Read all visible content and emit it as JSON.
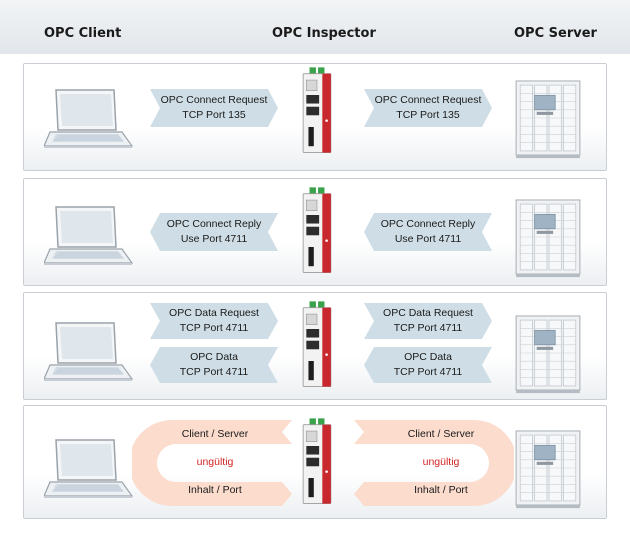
{
  "headers": {
    "client": "OPC Client",
    "inspector": "OPC Inspector",
    "server": "OPC Server"
  },
  "rows": [
    {
      "left": {
        "line1": "OPC Connect Request",
        "line2": "TCP Port 135"
      },
      "right": {
        "line1": "OPC Connect Request",
        "line2": "TCP Port 135"
      }
    },
    {
      "left": {
        "line1": "OPC Connect Reply",
        "line2": "Use Port 4711"
      },
      "right": {
        "line1": "OPC Connect Reply",
        "line2": "Use Port 4711"
      }
    },
    {
      "top_left": {
        "line1": "OPC Data Request",
        "line2": "TCP Port 4711"
      },
      "top_right": {
        "line1": "OPC Data Request",
        "line2": "TCP Port 4711"
      },
      "bottom_left": {
        "line1": "OPC Data",
        "line2": "TCP Port 4711"
      },
      "bottom_right": {
        "line1": "OPC Data",
        "line2": "TCP Port 4711"
      }
    },
    {
      "left": {
        "top": "Client / Server",
        "middle": "ungültig",
        "bottom": "Inhalt / Port"
      },
      "right": {
        "top": "Client / Server",
        "middle": "ungültig",
        "bottom": "Inhalt / Port"
      }
    }
  ],
  "colors": {
    "arrow_blue": "#cfdee6",
    "arrow_peach": "#fbdccd",
    "invalid_red": "#d42424",
    "device_red": "#c8282d",
    "device_green": "#3aa24a"
  }
}
